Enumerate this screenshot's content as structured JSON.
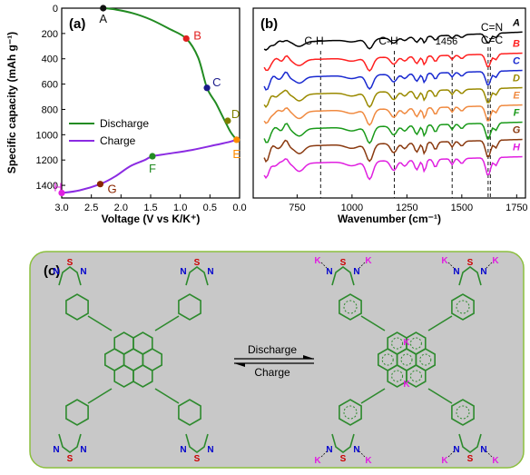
{
  "colors": {
    "discharge": "#228b22",
    "charge": "#8b2be2",
    "panel_bg": "#c8c8c8",
    "panel_border": "#8cbf3f",
    "potassium": "#e020e0",
    "nitrogen": "#0000cc",
    "sulfur": "#cc0000"
  },
  "chart_data": [
    {
      "panel": "(a)",
      "type": "line",
      "xlabel": "Voltage (V vs K/K⁺)",
      "ylabel": "Specific capacity (mAh g⁻¹)",
      "xlim": [
        3.0,
        0.0
      ],
      "ylim": [
        0,
        1500
      ],
      "x_ticks": [
        "3.0",
        "2.5",
        "2.0",
        "1.5",
        "1.0",
        "0.5",
        "0.0"
      ],
      "y_ticks": [
        "0",
        "200",
        "400",
        "600",
        "800",
        "1000",
        "1200",
        "1400"
      ],
      "legend": [
        "Discharge",
        "Charge"
      ],
      "series": [
        {
          "name": "Discharge",
          "x": [
            2.3,
            2.1,
            1.8,
            1.5,
            1.2,
            0.9,
            0.7,
            0.55,
            0.4,
            0.25,
            0.15,
            0.05
          ],
          "y": [
            0,
            10,
            40,
            90,
            160,
            240,
            390,
            630,
            750,
            890,
            980,
            1040
          ]
        },
        {
          "name": "Charge",
          "x": [
            3.0,
            2.7,
            2.35,
            2.1,
            1.85,
            1.6,
            1.47,
            1.2,
            0.8,
            0.4,
            0.2,
            0.05
          ],
          "y": [
            1460,
            1440,
            1390,
            1330,
            1250,
            1200,
            1170,
            1150,
            1120,
            1080,
            1060,
            1040
          ]
        }
      ],
      "points": [
        {
          "label": "A",
          "x": 2.3,
          "y": 0,
          "color": "#111111"
        },
        {
          "label": "B",
          "x": 0.9,
          "y": 240,
          "color": "#e02020"
        },
        {
          "label": "C",
          "x": 0.55,
          "y": 630,
          "color": "#1a1a8a"
        },
        {
          "label": "D",
          "x": 0.2,
          "y": 890,
          "color": "#808000"
        },
        {
          "label": "E",
          "x": 0.05,
          "y": 1040,
          "color": "#ff8c00"
        },
        {
          "label": "F",
          "x": 1.47,
          "y": 1170,
          "color": "#228b22"
        },
        {
          "label": "G",
          "x": 2.35,
          "y": 1390,
          "color": "#8b2500"
        },
        {
          "label": "H",
          "x": 3.0,
          "y": 1460,
          "color": "#e020e0"
        }
      ]
    },
    {
      "panel": "(b)",
      "type": "line",
      "xlabel": "Wavenumber (cm⁻¹)",
      "xlim": [
        550,
        1790
      ],
      "x_ticks": [
        "750",
        "1000",
        "1250",
        "1500",
        "1750"
      ],
      "annotations": [
        "C-H",
        "C-H",
        "1456",
        "C=N",
        "C=C"
      ],
      "annotation_wavenumbers": [
        857,
        1193,
        1456,
        1620,
        1630
      ],
      "series": [
        {
          "name": "A",
          "color": "#000000"
        },
        {
          "name": "B",
          "color": "#ff2020"
        },
        {
          "name": "C",
          "color": "#1a2ad0"
        },
        {
          "name": "D",
          "color": "#9a8a00"
        },
        {
          "name": "E",
          "color": "#f08a40"
        },
        {
          "name": "F",
          "color": "#1a9a1a"
        },
        {
          "name": "G",
          "color": "#8a3a10"
        },
        {
          "name": "H",
          "color": "#e020e0"
        }
      ]
    }
  ],
  "panel_c": {
    "label": "(c)",
    "forward": "Discharge",
    "backward": "Charge",
    "atoms": {
      "N": "N",
      "S": "S",
      "K": "K"
    }
  }
}
